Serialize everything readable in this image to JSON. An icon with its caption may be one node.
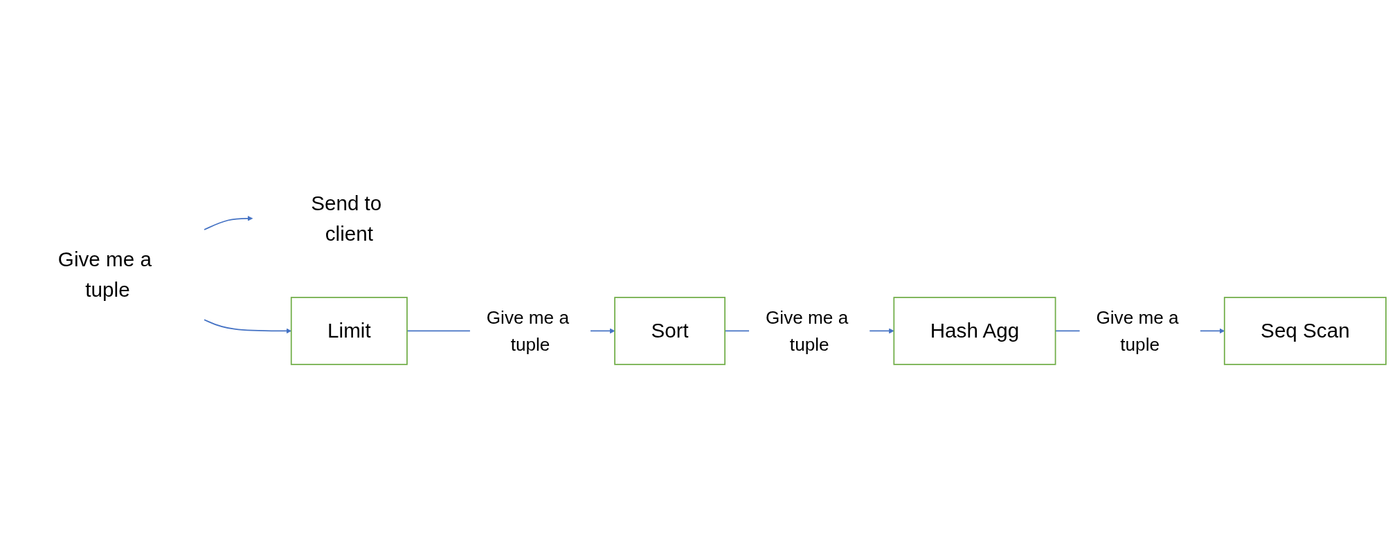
{
  "diagram": {
    "nodes": [
      {
        "text": [
          "Send to client"
        ]
      },
      {
        "text": [
          "Give me a tuple"
        ]
      },
      {
        "text": [
          "Limit"
        ]
      },
      {
        "text": [
          "Sort"
        ]
      },
      {
        "text": [
          "Hash Agg"
        ]
      },
      {
        "text": [
          "Seq Scan"
        ]
      }
    ],
    "edges": [
      {
        "from": 1,
        "to": 0,
        "arrow": "to"
      },
      {
        "from": 1,
        "to": 2,
        "arrow": "to"
      },
      {
        "from": 2,
        "to": 3,
        "arrow": "to",
        "label": "Give me a tuple"
      },
      {
        "from": 3,
        "to": 4,
        "arrow": "to",
        "label": "Give me a tuple"
      },
      {
        "from": 4,
        "to": 5,
        "arrow": "to",
        "label": "Give me a tuple"
      }
    ]
  }
}
